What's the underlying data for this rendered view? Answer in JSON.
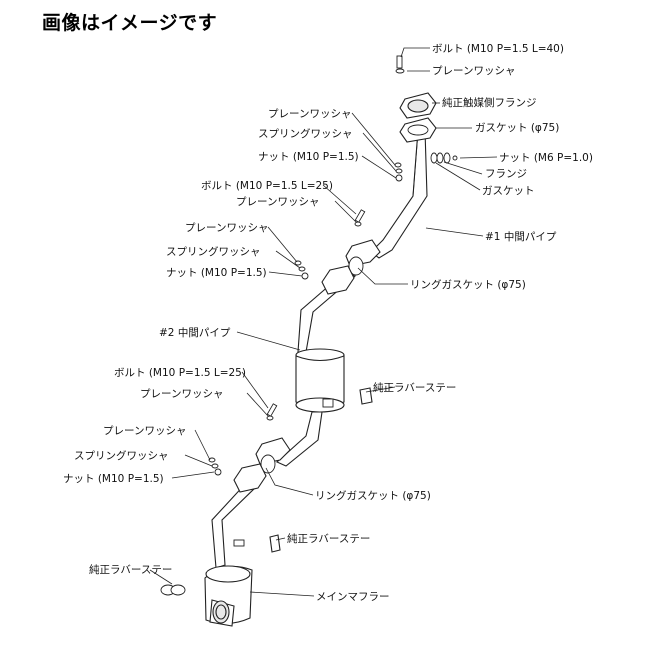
{
  "title": "画像はイメージです",
  "labels": {
    "bolt_top": "ボルト (M10 P=1.5 L=40)",
    "washer_top": "プレーンワッシャ",
    "flange_oem": "純正触媒側フランジ",
    "gasket_75": "ガスケット (φ75)",
    "nut_m6": "ナット (M6 P=1.0)",
    "flange": "フランジ",
    "gasket": "ガスケット",
    "washer_1": "プレーンワッシャ",
    "spring_washer_1": "スプリングワッシャ",
    "nut_1": "ナット (M10 P=1.5)",
    "bolt_2": "ボルト (M10 P=1.5 L=25)",
    "washer_2": "プレーンワッシャ",
    "washer_3": "プレーンワッシャ",
    "spring_washer_3": "スプリングワッシャ",
    "nut_3": "ナット (M10 P=1.5)",
    "mid_pipe_1": "#1 中間パイプ",
    "ring_gasket_1": "リングガスケット (φ75)",
    "mid_pipe_2": "#2 中間パイプ",
    "bolt_4": "ボルト (M10 P=1.5 L=25)",
    "washer_4": "プレーンワッシャ",
    "rubber_stay_1": "純正ラバーステー",
    "washer_5": "プレーンワッシャ",
    "spring_washer_5": "スプリングワッシャ",
    "nut_5": "ナット (M10 P=1.5)",
    "ring_gasket_2": "リングガスケット (φ75)",
    "rubber_stay_2": "純正ラバーステー",
    "rubber_stay_3": "純正ラバーステー",
    "main_muffler": "メインマフラー"
  }
}
